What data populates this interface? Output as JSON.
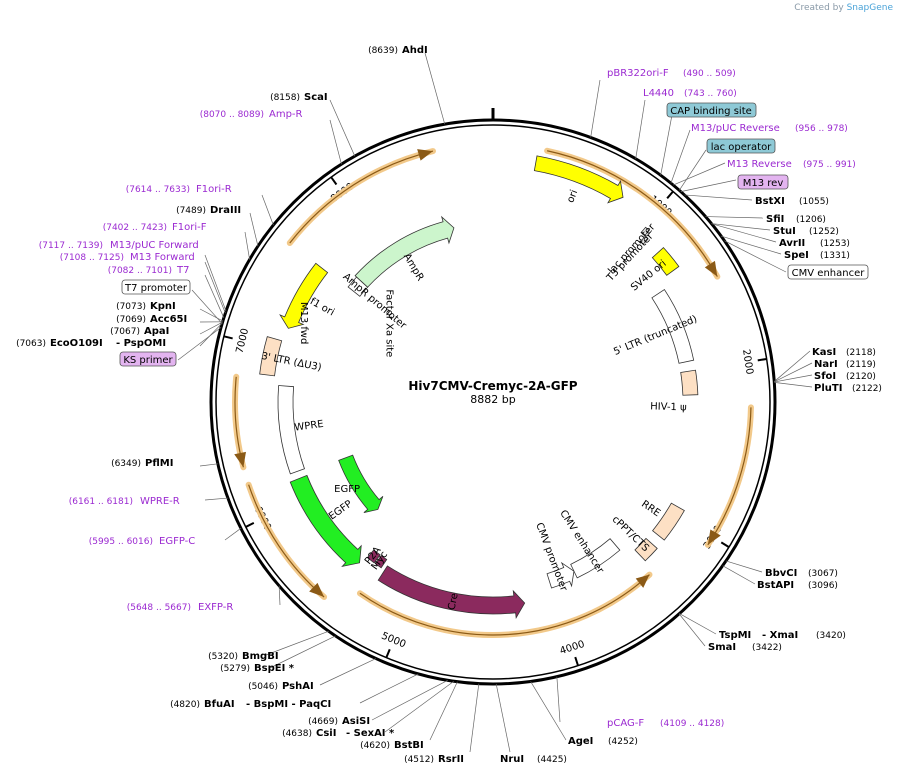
{
  "credit": {
    "prefix": "Created by",
    "brand": "SnapGene"
  },
  "plasmid": {
    "name": "Hiv7CMV-Cremyc-2A-GFP",
    "length_label": "8882 bp",
    "length": 8882
  },
  "colors": {
    "ori": "#ffff00",
    "ampr": "#ccf5cc",
    "f1": "#ffff00",
    "egfp": "#22ee22",
    "cre": "#8b2a5e",
    "ltr": "#fde0c4",
    "primer": "#9b2ad1",
    "orf": "#f2c98a",
    "cap": "#8ec9d6",
    "m13rev": "#e3b4f0"
  },
  "ticks": [
    "1000",
    "2000",
    "3000",
    "4000",
    "5000",
    "6000",
    "7000",
    "8000"
  ],
  "center_features": [
    {
      "name": "M13 fwd",
      "pos": 7220
    },
    {
      "name": "Factor Xa site",
      "pos": 7580
    }
  ],
  "features": [
    {
      "name": "ori",
      "start": 250,
      "end": 800,
      "label_pos": 520
    },
    {
      "name": "lac promoter",
      "start": 1015,
      "end": 1045,
      "label_pos": 1040
    },
    {
      "name": "T3 promoter",
      "start": 1050,
      "end": 1075,
      "label_pos": 1070
    },
    {
      "name": "SV40 ori",
      "start": 1180,
      "end": 1330,
      "label_pos": 1255
    },
    {
      "name": "5' LTR (truncated)",
      "start": 1400,
      "end": 1930,
      "label_pos": 1670
    },
    {
      "name": "HIV-1 ψ",
      "start": 2000,
      "end": 2170,
      "label_pos": 2260
    },
    {
      "name": "RRE",
      "start": 2950,
      "end": 3180,
      "label_pos": 3060
    },
    {
      "name": "cPPT/CTS",
      "start": 3250,
      "end": 3360,
      "label_pos": 3300
    },
    {
      "name": "CMV enhancer",
      "start": 3440,
      "end": 3810,
      "label_pos": 3640
    },
    {
      "name": "CMV promoter",
      "start": 3810,
      "end": 4010,
      "label_pos": 3930
    },
    {
      "name": "Cre",
      "start": 4220,
      "end": 5250,
      "label_pos": 4720
    },
    {
      "name": "Myc",
      "start": 5280,
      "end": 5330,
      "label_pos": 5320
    },
    {
      "name": "P2A",
      "start": 5340,
      "end": 5400,
      "label_pos": 5380
    },
    {
      "name": "EGFP",
      "start": 5420,
      "end": 6130,
      "label_pos": 5790
    },
    {
      "name": "WPRE",
      "start": 6180,
      "end": 6770,
      "label_pos": 6480
    },
    {
      "name": "3' LTR (ΔU3)",
      "start": 6830,
      "end": 7060,
      "label_pos": 6940
    },
    {
      "name": "f1 ori",
      "start": 7150,
      "end": 7600,
      "label_pos": 7380
    },
    {
      "name": "AmpR promoter",
      "start": 7610,
      "end": 7710,
      "label_pos": 7660
    },
    {
      "name": "AmpR",
      "start": 7710,
      "end": 8570,
      "label_pos": 8130
    }
  ],
  "sites": [
    {
      "name": "AhdI",
      "pos": "(8639)"
    },
    {
      "name": "ScaI",
      "pos": "(8158)"
    },
    {
      "name": "DraIII",
      "pos": "(7489)"
    },
    {
      "name": "KpnI",
      "pos": "(7073)"
    },
    {
      "name": "Acc65I",
      "pos": "(7069)"
    },
    {
      "name": "ApaI",
      "pos": "(7067)"
    },
    {
      "name": "EcoO109I",
      "pos": "(7063)",
      "extra": "- PspOMI"
    },
    {
      "name": "PflMI",
      "pos": "(6349)"
    },
    {
      "name": "BstXI",
      "pos": "(1055)"
    },
    {
      "name": "SfiI",
      "pos": "(1206)"
    },
    {
      "name": "StuI",
      "pos": "(1252)"
    },
    {
      "name": "AvrII",
      "pos": "(1253)"
    },
    {
      "name": "SpeI",
      "pos": "(1331)"
    },
    {
      "name": "KasI",
      "pos": "(2118)"
    },
    {
      "name": "NarI",
      "pos": "(2119)"
    },
    {
      "name": "SfoI",
      "pos": "(2120)"
    },
    {
      "name": "PluTI",
      "pos": "(2122)"
    },
    {
      "name": "BbvCI",
      "pos": "(3067)"
    },
    {
      "name": "BstAPI",
      "pos": "(3096)"
    },
    {
      "name": "TspMI",
      "pos": "(3420)",
      "extra": "- XmaI"
    },
    {
      "name": "SmaI",
      "pos": "(3422)"
    },
    {
      "name": "AgeI",
      "pos": "(4252)"
    },
    {
      "name": "NruI",
      "pos": "(4425)"
    },
    {
      "name": "RsrII",
      "pos": "(4512)"
    },
    {
      "name": "BstBI",
      "pos": "(4620)"
    },
    {
      "name": "CsiI",
      "pos": "(4638)",
      "extra": "- SexAI *"
    },
    {
      "name": "AsiSI",
      "pos": "(4669)"
    },
    {
      "name": "BfuAI",
      "pos": "(4820)",
      "extra": "- BspMI  - PaqCI"
    },
    {
      "name": "PshAI",
      "pos": "(5046)"
    },
    {
      "name": "BspEI *",
      "pos": "(5279)"
    },
    {
      "name": "BmgBI",
      "pos": "(5320)"
    }
  ],
  "primers": [
    {
      "name": "pBR322ori-F",
      "range": "(490 .. 509)"
    },
    {
      "name": "L4440",
      "range": "(743 .. 760)"
    },
    {
      "name": "M13/pUC Reverse",
      "range": "(956 .. 978)"
    },
    {
      "name": "M13 Reverse",
      "range": "(975 .. 991)"
    },
    {
      "name": "Amp-R",
      "range": "(8070 .. 8089)"
    },
    {
      "name": "F1ori-R",
      "range": "(7614 .. 7633)"
    },
    {
      "name": "F1ori-F",
      "range": "(7402 .. 7423)"
    },
    {
      "name": "M13/pUC Forward",
      "range": "(7117 .. 7139)"
    },
    {
      "name": "M13 Forward",
      "range": "(7108 .. 7125)"
    },
    {
      "name": "T7",
      "range": "(7082 .. 7101)"
    },
    {
      "name": "WPRE-R",
      "range": "(6161 .. 6181)"
    },
    {
      "name": "EGFP-C",
      "range": "(5995 .. 6016)"
    },
    {
      "name": "EXFP-R",
      "range": "(5648 .. 5667)"
    },
    {
      "name": "pCAG-F",
      "range": "(4109 .. 4128)"
    }
  ],
  "boxes": [
    {
      "name": "CAP binding site"
    },
    {
      "name": "lac operator"
    },
    {
      "name": "M13 rev"
    },
    {
      "name": "CMV enhancer"
    },
    {
      "name": "T7 promoter"
    },
    {
      "name": "KS primer"
    }
  ]
}
